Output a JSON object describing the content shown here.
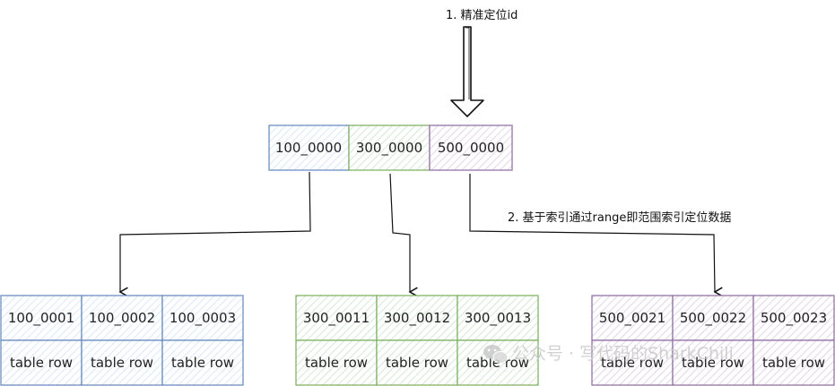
{
  "annotations": {
    "step1": "1. 精准定位id",
    "step2": "2. 基于索引通过range即范围索引定位数据"
  },
  "root_node": {
    "keys": [
      "100_0000",
      "300_0000",
      "500_0000"
    ],
    "colors": [
      "#6c8ebf",
      "#82b366",
      "#9673a6"
    ]
  },
  "leaf_nodes": [
    {
      "keys": [
        "100_0001",
        "100_0002",
        "100_0003"
      ],
      "rows": [
        "table row",
        "table row",
        "table row"
      ],
      "color": "#6c8ebf",
      "fill": "#dae8fc"
    },
    {
      "keys": [
        "300_0011",
        "300_0012",
        "300_0013"
      ],
      "rows": [
        "table row",
        "table row",
        "table row"
      ],
      "color": "#82b366",
      "fill": "#d5e8d4"
    },
    {
      "keys": [
        "500_0021",
        "500_0022",
        "500_0023"
      ],
      "rows": [
        "table row",
        "table row",
        "table row"
      ],
      "color": "#9673a6",
      "fill": "#e1d5e7"
    }
  ],
  "watermark": {
    "icon": "wechat-icon",
    "text": "公众号 · 写代码的SharkChili"
  }
}
